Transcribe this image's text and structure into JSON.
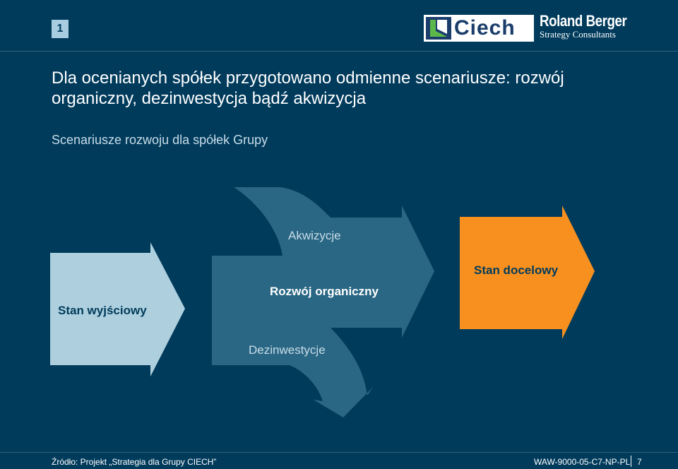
{
  "header": {
    "slide_number": "1",
    "logo_ciech_text": "Ciech",
    "logo_rb_line1": "Roland Berger",
    "logo_rb_line2": "Strategy Consultants"
  },
  "title": "Dla ocenianych spółek przygotowano odmienne scenariusze: rozwój organiczny, dezinwestycja bądź akwizycja",
  "subtitle": "Scenariusze rozwoju dla spółek Grupy",
  "diagram": {
    "start_label": "Stan wyjściowy",
    "acquisition_label": "Akwizycje",
    "organic_label": "Rozwój organiczny",
    "divestment_label": "Dezinwestycje",
    "target_label": "Stan docelowy",
    "colors": {
      "start_arrow": "#aed0de",
      "center_arrow": "#2a6784",
      "target_arrow": "#f7901e",
      "start_text": "#003b5c",
      "center_text": "#ffffff",
      "center_muted_text": "#c8dce8",
      "target_text": "#003b5c"
    }
  },
  "footer": {
    "source": "Źródło: Projekt „Strategia dla Grupy CIECH”",
    "code": "WAW-9000-05-C7-NP-PL",
    "page": "7"
  }
}
